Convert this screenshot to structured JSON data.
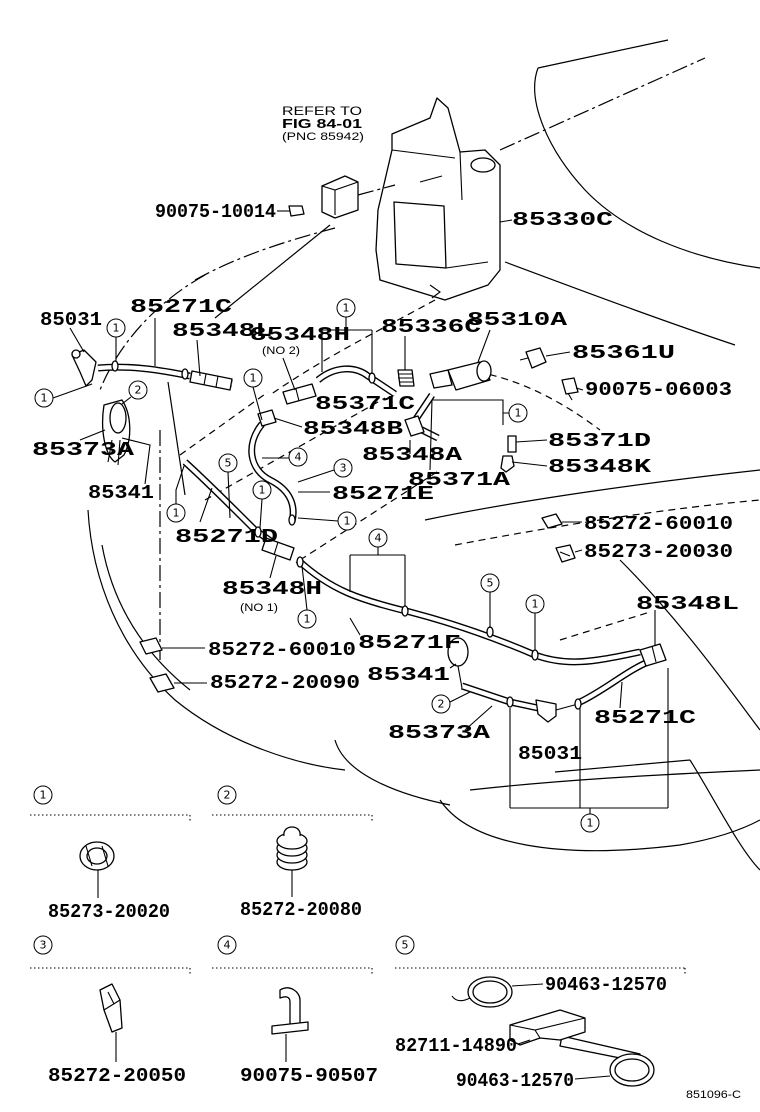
{
  "figure_id": "851096-C",
  "refer_note": {
    "line1": "REFER TO",
    "line2": "FIG 84-01",
    "line3": "(PNC 85942)"
  },
  "part_labels": [
    "90075-10014",
    "85330C",
    "85031",
    "85271C",
    "85348L",
    "85348H",
    "(NO 2)",
    "85336C",
    "85310A",
    "85361U",
    "90075-06003",
    "85371C",
    "85348B",
    "85348A",
    "85371D",
    "85348K",
    "85371A",
    "85373A",
    "85341",
    "85271E",
    "85271D",
    "85272-60010",
    "85273-20030",
    "85348H",
    "(NO 1)",
    "85348L",
    "85271F",
    "85272-60010",
    "85341",
    "85272-20090",
    "85373A",
    "85031",
    "85271C"
  ],
  "callouts": [
    "1",
    "1",
    "2",
    "1",
    "1",
    "1",
    "5",
    "4",
    "3",
    "1",
    "1",
    "1",
    "4",
    "5",
    "1",
    "1",
    "2",
    "1"
  ],
  "legend": [
    {
      "number": "1",
      "parts": [
        "85273-20020"
      ]
    },
    {
      "number": "2",
      "parts": [
        "85272-20080"
      ]
    },
    {
      "number": "3",
      "parts": [
        "85272-20050"
      ]
    },
    {
      "number": "4",
      "parts": [
        "90075-90507"
      ]
    },
    {
      "number": "5",
      "parts": [
        "90463-12570",
        "82711-14890",
        "90463-12570"
      ]
    }
  ]
}
